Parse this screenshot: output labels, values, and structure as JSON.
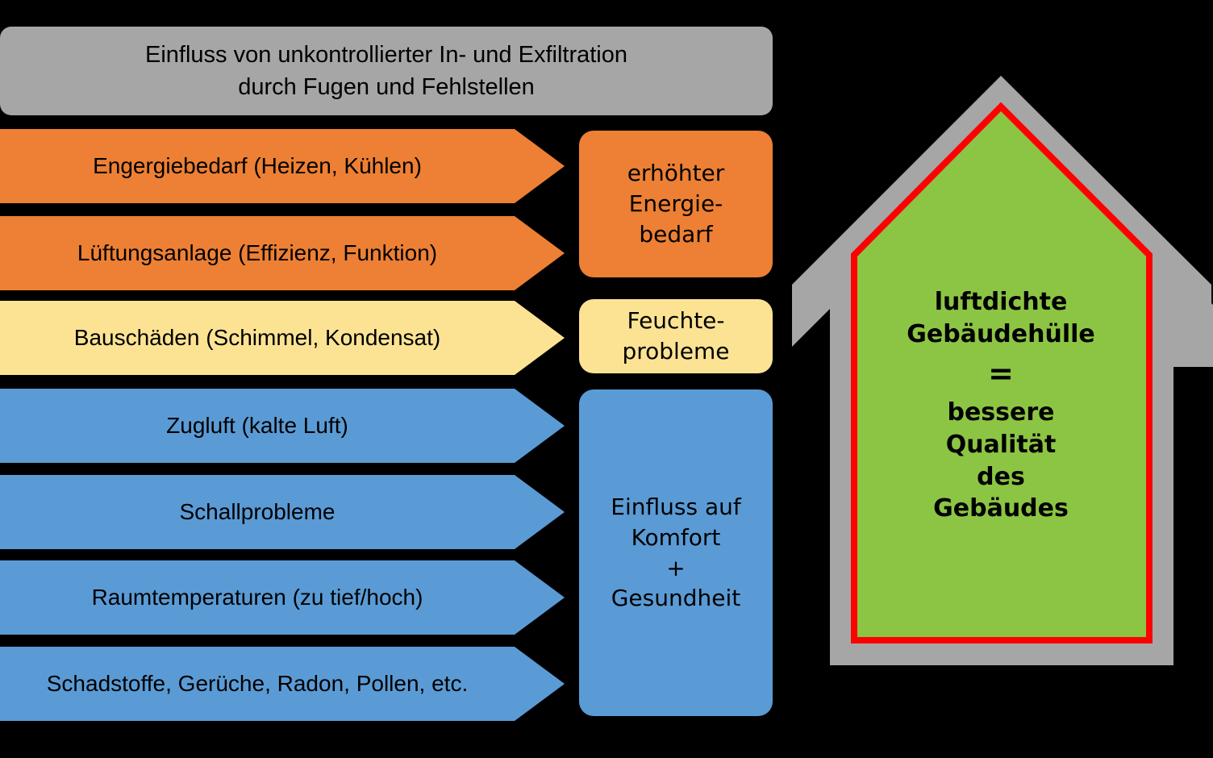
{
  "header": {
    "lines": [
      "Einfluss von unkontrollierter In- und Exfiltration",
      "durch Fugen und Fehlstellen"
    ],
    "color": "#A6A6A6"
  },
  "arrows": [
    {
      "label": "Engergiebedarf (Heizen, Kühlen)",
      "color": "#ED8034",
      "category": "energy"
    },
    {
      "label": "Lüftungsanlage (Effizienz, Funktion)",
      "color": "#ED8034",
      "category": "energy"
    },
    {
      "label": "Bauschäden (Schimmel, Kondensat)",
      "color": "#FCE394",
      "category": "moisture"
    },
    {
      "label": "Zugluft (kalte Luft)",
      "color": "#5B9BD5",
      "category": "comfort"
    },
    {
      "label": "Schallprobleme",
      "color": "#5B9BD5",
      "category": "comfort"
    },
    {
      "label": "Raumtemperaturen (zu tief/hoch)",
      "color": "#5B9BD5",
      "category": "comfort"
    },
    {
      "label": "Schadstoffe, Gerüche, Radon, Pollen, etc.",
      "color": "#5B9BD5",
      "category": "comfort"
    }
  ],
  "results": [
    {
      "lines": [
        "erhöhter",
        "Energie-",
        "bedarf"
      ],
      "color": "#ED8034",
      "category": "energy"
    },
    {
      "lines": [
        "Feuchte-",
        "probleme"
      ],
      "color": "#FCE394",
      "category": "moisture"
    },
    {
      "lines": [
        "Einfluss auf",
        "Komfort",
        "+",
        "Gesundheit"
      ],
      "color": "#5B9BD5",
      "category": "comfort"
    }
  ],
  "house": {
    "lines": [
      "luftdichte",
      "Gebäudehülle",
      "=",
      "bessere",
      "Qualität",
      "des",
      "Gebäudes"
    ],
    "shell_color": "#A6A6A6",
    "interior_color": "#8CC543",
    "seal_color": "#FF0000"
  }
}
